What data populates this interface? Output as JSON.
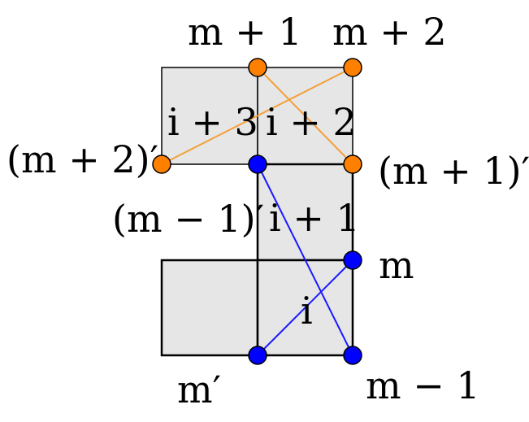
{
  "colors": {
    "background": "#ffffff",
    "cell_fill": "#e6e6e6",
    "cell_stroke": "#000000",
    "orange": "#ff8000",
    "blue": "#0000ff",
    "orange_line": "#f4a03a",
    "blue_line": "#1a1aff"
  },
  "labels": {
    "m_plus_1": "m + 1",
    "m_plus_2": "m + 2",
    "m_plus_2_prime": "(m + 2)′",
    "m_plus_1_prime": "(m + 1)′",
    "m_minus_1_prime": "(m − 1)′",
    "m": "m",
    "m_prime": "m′",
    "m_minus_1": "m − 1",
    "cell_i_plus_3": "i + 3",
    "cell_i_plus_2": "i + 2",
    "cell_i_plus_1": "i + 1",
    "cell_i": "i"
  }
}
